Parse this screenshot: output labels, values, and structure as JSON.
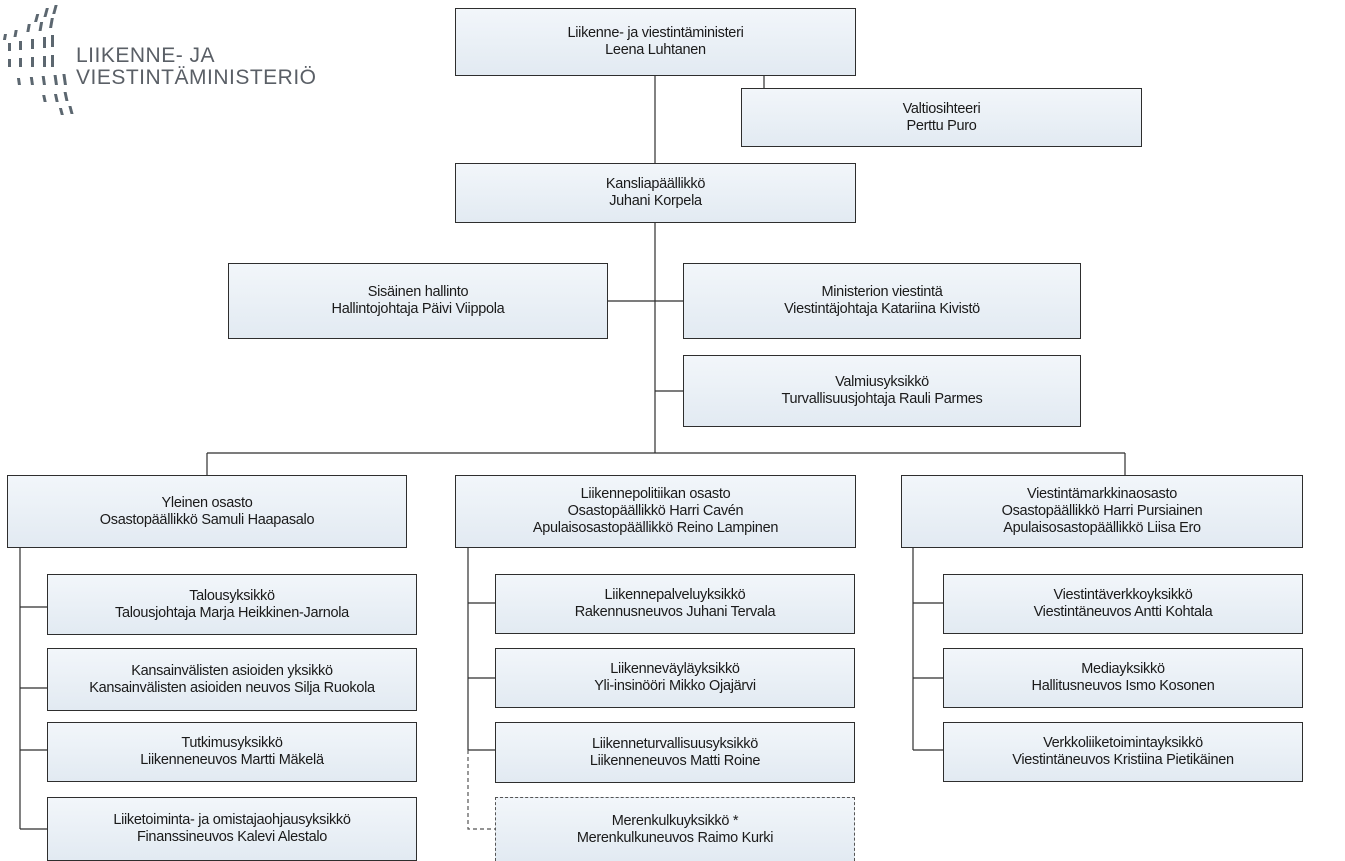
{
  "logo": {
    "line1": "LIIKENNE- JA",
    "line2": "VIESTINTÄMINISTERIÖ"
  },
  "boxes": {
    "minister": {
      "title": "Liikenne- ja viestintäministeri",
      "name": "Leena Luhtanen"
    },
    "state_secretary": {
      "title": "Valtiosihteeri",
      "name": "Perttu Puro"
    },
    "permanent_secretary": {
      "title": "Kansliapäällikkö",
      "name": "Juhani Korpela"
    },
    "internal_admin": {
      "title": "Sisäinen hallinto",
      "name": "Hallintojohtaja Päivi Viippola"
    },
    "ministry_comms": {
      "title": "Ministerion viestintä",
      "name": "Viestintäjohtaja Katariina Kivistö"
    },
    "preparedness": {
      "title": "Valmiusyksikkö",
      "name": "Turvallisuusjohtaja Rauli Parmes"
    },
    "general_dept": {
      "title": "Yleinen osasto",
      "name": "Osastopäällikkö Samuli Haapasalo"
    },
    "transport_policy_dept": {
      "title": "Liikennepolitiikan osasto",
      "name": "Osastopäällikkö Harri Cavén",
      "deputy": "Apulaisosastopäällikkö Reino Lampinen"
    },
    "comm_markets_dept": {
      "title": "Viestintämarkkinaosasto",
      "name": "Osastopäällikkö Harri Pursiainen",
      "deputy": "Apulaisosastopäällikkö Liisa Ero"
    },
    "finance_unit": {
      "title": "Talousyksikkö",
      "name": "Talousjohtaja Marja Heikkinen-Jarnola"
    },
    "intl_unit": {
      "title": "Kansainvälisten asioiden yksikkö",
      "name": "Kansainvälisten asioiden neuvos Silja Ruokola"
    },
    "research_unit": {
      "title": "Tutkimusyksikkö",
      "name": "Liikenneneuvos Martti Mäkelä"
    },
    "business_unit": {
      "title": "Liiketoiminta- ja omistajaohjausyksikkö",
      "name": "Finanssineuvos Kalevi Alestalo"
    },
    "transport_services_unit": {
      "title": "Liikennepalveluyksikkö",
      "name": "Rakennusneuvos Juhani Tervala"
    },
    "transport_routes_unit": {
      "title": "Liikenneväyläyksikkö",
      "name": "Yli-insinööri Mikko Ojajärvi"
    },
    "transport_safety_unit": {
      "title": "Liikenneturvallisuusyksikkö",
      "name": "Liikenneneuvos Matti Roine"
    },
    "maritime_unit": {
      "title": "Merenkulkuyksikkö *",
      "name": "Merenkulkuneuvos Raimo Kurki"
    },
    "comm_networks_unit": {
      "title": "Viestintäverkkoyksikkö",
      "name": "Viestintäneuvos Antti Kohtala"
    },
    "media_unit": {
      "title": "Mediayksikkö",
      "name": "Hallitusneuvos Ismo Kosonen"
    },
    "net_business_unit": {
      "title": "Verkkoliiketoimintayksikkö",
      "name": "Viestintäneuvos Kristiina Pietikäinen"
    }
  }
}
